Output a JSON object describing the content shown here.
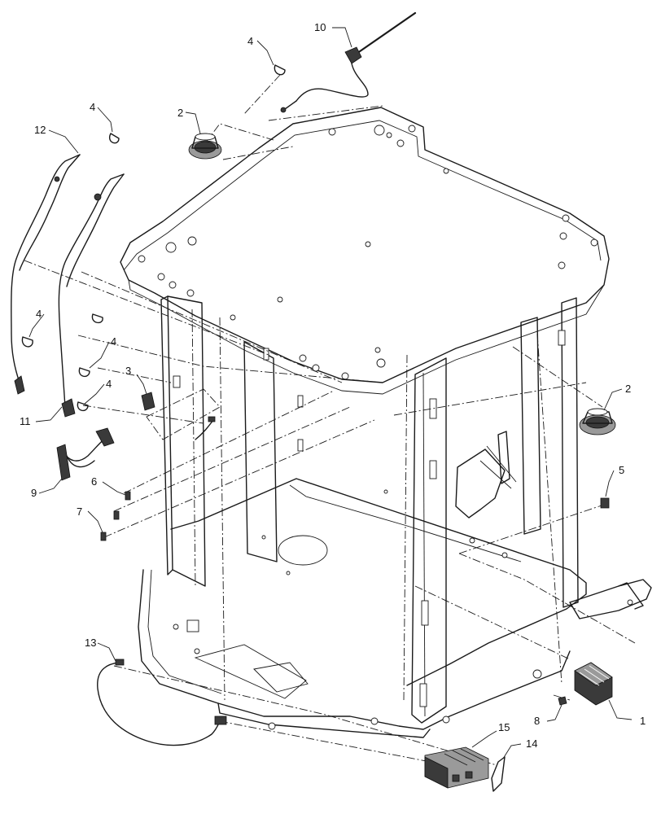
{
  "diagram": {
    "callouts": [
      {
        "id": "c1",
        "text": "1"
      },
      {
        "id": "c2a",
        "text": "2"
      },
      {
        "id": "c2b",
        "text": "2"
      },
      {
        "id": "c3",
        "text": "3"
      },
      {
        "id": "c4a",
        "text": "4"
      },
      {
        "id": "c4b",
        "text": "4"
      },
      {
        "id": "c4c",
        "text": "4"
      },
      {
        "id": "c4d",
        "text": "4"
      },
      {
        "id": "c4e",
        "text": "4"
      },
      {
        "id": "c5",
        "text": "5"
      },
      {
        "id": "c6",
        "text": "6"
      },
      {
        "id": "c7",
        "text": "7"
      },
      {
        "id": "c8",
        "text": "8"
      },
      {
        "id": "c9",
        "text": "9"
      },
      {
        "id": "c10",
        "text": "10"
      },
      {
        "id": "c11",
        "text": "11"
      },
      {
        "id": "c12",
        "text": "12"
      },
      {
        "id": "c13",
        "text": "13"
      },
      {
        "id": "c14",
        "text": "14"
      },
      {
        "id": "c15",
        "text": "15"
      }
    ]
  }
}
